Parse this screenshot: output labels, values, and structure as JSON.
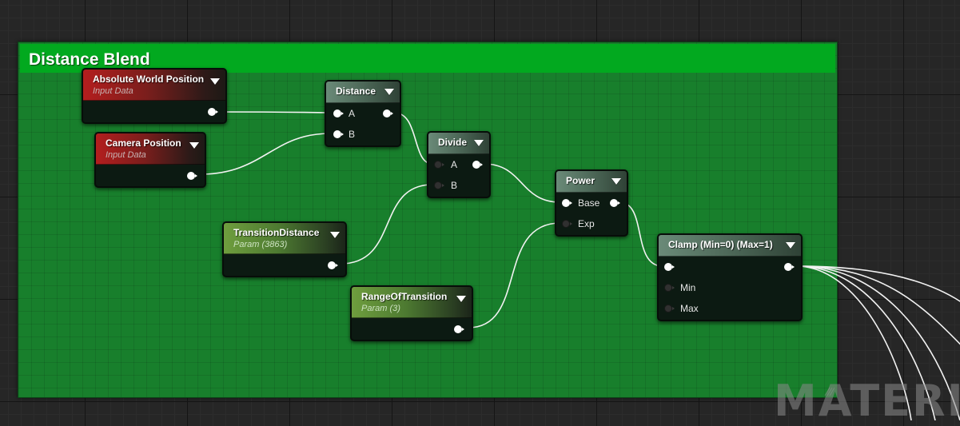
{
  "comment": {
    "title": "Distance Blend",
    "color": "#02a91f"
  },
  "nodes": {
    "absolute_world_position": {
      "title": "Absolute World Position",
      "subtitle": "Input Data"
    },
    "camera_position": {
      "title": "Camera Position",
      "subtitle": "Input Data"
    },
    "distance": {
      "title": "Distance",
      "pins": {
        "a": "A",
        "b": "B"
      }
    },
    "divide": {
      "title": "Divide",
      "pins": {
        "a": "A",
        "b": "B"
      }
    },
    "transition_distance": {
      "title": "TransitionDistance",
      "subtitle": "Param (3863)"
    },
    "range_of_transition": {
      "title": "RangeOfTransition",
      "subtitle": "Param (3)"
    },
    "power": {
      "title": "Power",
      "pins": {
        "base": "Base",
        "exp": "Exp"
      }
    },
    "clamp": {
      "title": "Clamp (Min=0) (Max=1)",
      "pins": {
        "min": "Min",
        "max": "Max"
      }
    }
  },
  "watermark": {
    "text": "MATERIA"
  },
  "colors": {
    "input_node_header": "#b31e1e",
    "param_node_header": "#6f9e3e",
    "math_node_header": "#6a8a78",
    "wire": "#ffffff",
    "graph_background": "#262626"
  }
}
